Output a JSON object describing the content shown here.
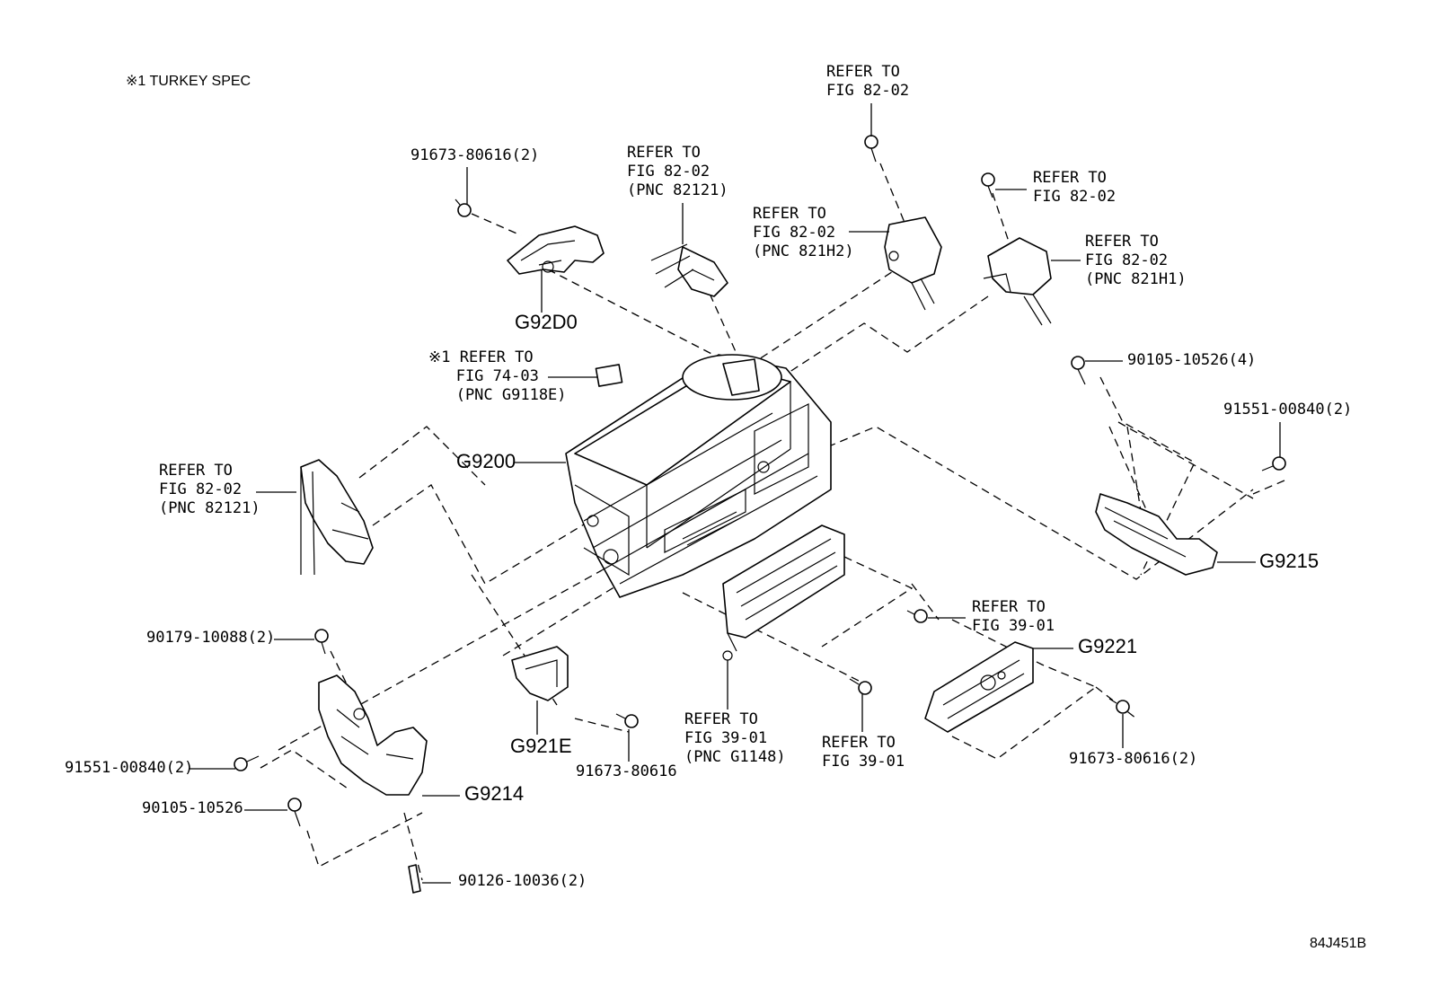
{
  "note": "※1 TURKEY SPEC",
  "drawing_id": "84J451B",
  "pnc": {
    "g92d0": "G92D0",
    "g9200": "G9200",
    "g9215": "G9215",
    "g9221": "G9221",
    "g921e": "G921E",
    "g9214": "G9214"
  },
  "parts": {
    "p_91673_80616_2_top": "91673-80616(2)",
    "p_90105_10526_4": "90105-10526(4)",
    "p_91551_00840_2_right": "91551-00840(2)",
    "p_90179_10088_2": "90179-10088(2)",
    "p_91551_00840_2_left": "91551-00840(2)",
    "p_90105_10526": "90105-10526",
    "p_90126_10036_2": "90126-10036(2)",
    "p_91673_80616": "91673-80616",
    "p_91673_80616_2_bottom": "91673-80616(2)"
  },
  "refs": {
    "ref_top_center": "REFER TO\nFIG 82-02\n(PNC 82121)",
    "ref_top_right1": "REFER TO\nFIG 82-02",
    "ref_821h2": "REFER TO\nFIG 82-02\n(PNC 821H2)",
    "ref_right_upper": "REFER TO\nFIG 82-02",
    "ref_821h1": "REFER TO\nFIG 82-02\n(PNC 821H1)",
    "ref_7403": "※1 REFER TO\n   FIG 74-03\n   (PNC G9118E)",
    "ref_left": "REFER TO\nFIG 82-02\n(PNC 82121)",
    "ref_3901_right": "REFER TO\nFIG 39-01",
    "ref_3901_g1148": "REFER TO\nFIG 39-01\n(PNC G1148)",
    "ref_3901_bottom": "REFER TO\nFIG 39-01"
  }
}
